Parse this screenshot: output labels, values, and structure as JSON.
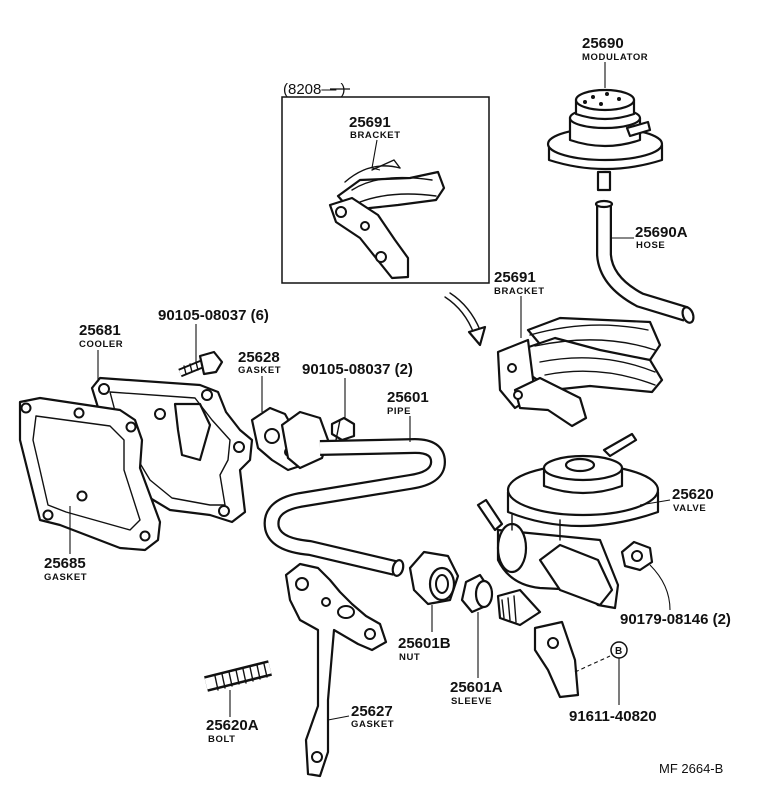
{
  "parts": {
    "modulator": {
      "number": "25690",
      "name": "MODULATOR"
    },
    "hose": {
      "number": "25690A",
      "name": "HOSE"
    },
    "inset_bracket": {
      "number": "25691",
      "name": "BRACKET"
    },
    "bracket": {
      "number": "25691",
      "name": "BRACKET"
    },
    "cooler": {
      "number": "25681",
      "name": "COOLER"
    },
    "bolt_6": {
      "number": "90105-08037 (6)"
    },
    "gasket_25628": {
      "number": "25628",
      "name": "GASKET"
    },
    "bolt_2": {
      "number": "90105-08037 (2)"
    },
    "pipe": {
      "number": "25601",
      "name": "PIPE"
    },
    "valve": {
      "number": "25620",
      "name": "VALVE"
    },
    "gasket_25685": {
      "number": "25685",
      "name": "GASKET"
    },
    "nut_fastener": {
      "number": "90179-08146 (2)"
    },
    "nut": {
      "number": "25601B",
      "name": "NUT"
    },
    "sleeve": {
      "number": "25601A",
      "name": "SLEEVE"
    },
    "stud_bolt": {
      "number": "25620A",
      "name": "BOLT"
    },
    "gasket_25627": {
      "number": "25627",
      "name": "GASKET"
    },
    "bolt_b": {
      "number": "91611-40820",
      "marker": "B"
    }
  },
  "inset": {
    "label": "(8208—    )"
  },
  "footer": {
    "code": "MF   2664-B"
  }
}
